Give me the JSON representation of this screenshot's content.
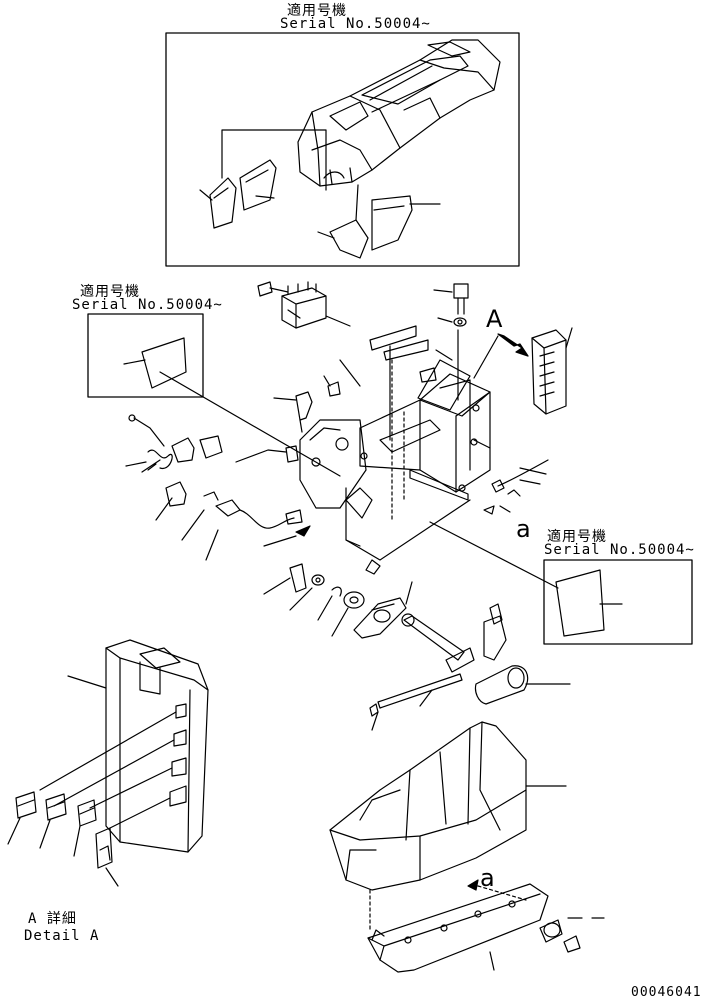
{
  "labels": {
    "top_jp": "適用号機",
    "top_serial": "Serial No.50004~",
    "left_jp": "適用号機",
    "left_serial": "Serial No.50004~",
    "right_jp": "適用号機",
    "right_serial": "Serial No.50004~",
    "callout_A": "A",
    "callout_a_right": "a",
    "callout_a_lower": "a",
    "detail_jp": "A 詳細",
    "detail_en": "Detail A",
    "drawing_number": "00046041"
  }
}
